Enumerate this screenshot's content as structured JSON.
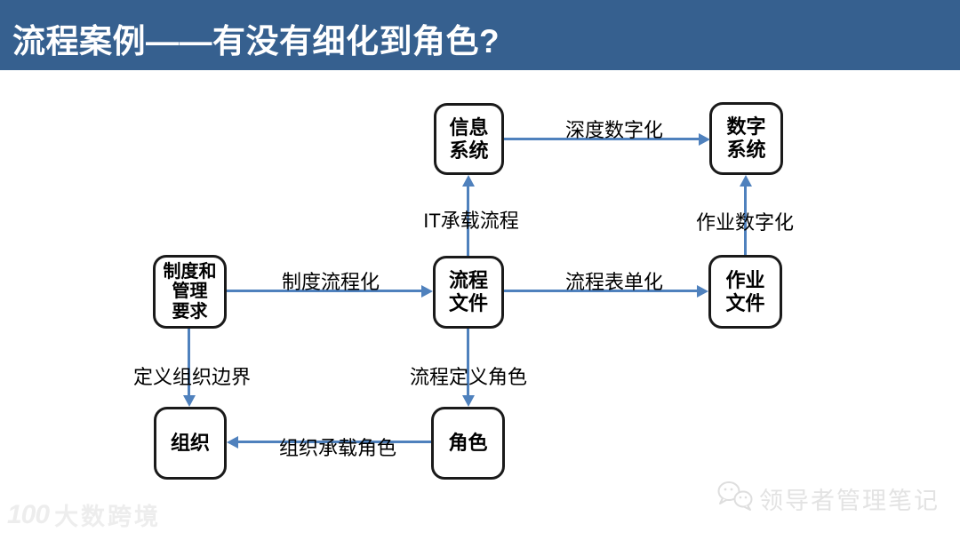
{
  "header": {
    "title": "流程案例——有没有细化到角色?",
    "background_color": "#36608F"
  },
  "colors": {
    "arrow": "#4F81BD",
    "node_border": "#1A1A1A",
    "node_fill": "#FFFFFF"
  },
  "nodes": [
    {
      "id": "info-system",
      "label": "信息\n系统"
    },
    {
      "id": "digital-system",
      "label": "数字\n系统"
    },
    {
      "id": "policy-requirements",
      "label": "制度和\n管理\n要求"
    },
    {
      "id": "process-document",
      "label": "流程\n文件"
    },
    {
      "id": "work-document",
      "label": "作业\n文件"
    },
    {
      "id": "organization",
      "label": "组织"
    },
    {
      "id": "role",
      "label": "角色"
    }
  ],
  "edges": [
    {
      "from": "info-system",
      "to": "digital-system",
      "label_key": "deep_digitalization"
    },
    {
      "from": "policy-requirements",
      "to": "process-document",
      "label_key": "policy_to_process"
    },
    {
      "from": "process-document",
      "to": "work-document",
      "label_key": "process_to_form"
    },
    {
      "from": "process-document",
      "to": "info-system",
      "label_key": "it_carries_process"
    },
    {
      "from": "work-document",
      "to": "digital-system",
      "label_key": "work_digitalization"
    },
    {
      "from": "policy-requirements",
      "to": "organization",
      "label_key": "define_org_boundary"
    },
    {
      "from": "process-document",
      "to": "role",
      "label_key": "process_defines_role"
    },
    {
      "from": "role",
      "to": "organization",
      "label_key": "org_carries_role"
    }
  ],
  "edge_labels": {
    "deep_digitalization": "深度数字化",
    "it_carries_process": "IT承载流程",
    "work_digitalization": "作业数字化",
    "policy_to_process": "制度流程化",
    "process_to_form": "流程表单化",
    "define_org_boundary": "定义组织边界",
    "process_defines_role": "流程定义角色",
    "org_carries_role": "组织承载角色"
  },
  "watermarks": {
    "bottom_left": {
      "logo_text": "100",
      "brand": "大数跨境",
      "icon": "dashu-100-logo"
    },
    "bottom_right": {
      "brand": "领导者管理笔记",
      "icon": "wechat-bubbles-icon"
    }
  }
}
